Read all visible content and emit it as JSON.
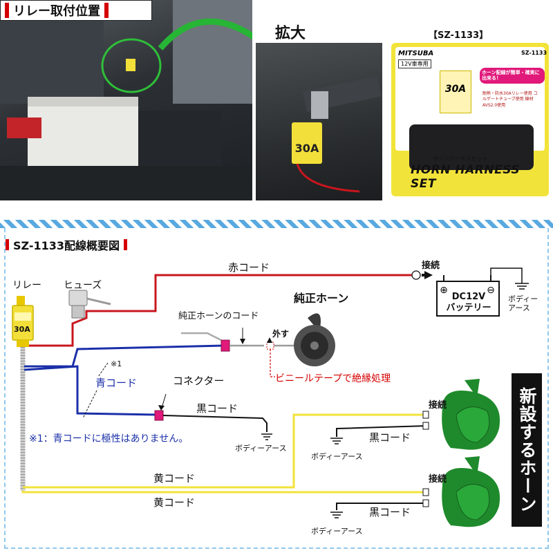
{
  "top": {
    "banner_title": "リレー取付位置",
    "zoom_label": "拡大",
    "model_label": "【SZ-1133】",
    "package": {
      "brand": "MITSUBA",
      "model": "SZ-1133",
      "voltage_badge": "12V車専用",
      "relay_rating": "30A",
      "callout": "ホーン配線が簡単・確実に出来る！",
      "features": "耐熱・防水30Aリレー使用 コルゲートチューブ使用 線材AVS2.0使用",
      "product_ja": "ホーンハーネスセット",
      "product_en": "HORN HARNESS SET"
    },
    "relay_in_photo": "30A"
  },
  "diagram": {
    "title": "SZ-1133配線概要図",
    "relay_label": "リレー",
    "relay_rating": "30A",
    "fuse_label": "ヒューズ",
    "red_cord": "赤コード",
    "connect_label": "接続",
    "battery_label": "DC12V バッテリー",
    "battery_line1": "DC12V",
    "battery_line2": "バッテリー",
    "body_earth_battery": "ボディー アース",
    "stock_horn_label": "純正ホーン",
    "stock_horn_cord": "純正ホーンのコード",
    "remove_label": "外す",
    "vinyl_tape": "ビニールテープで絶縁処理",
    "note_mark": "※1",
    "blue_cord": "青コード",
    "connector_label": "コネクター",
    "black_cord_upper": "黒コード",
    "body_earth_left": "ボディーアース",
    "footnote": "※1：青コードに極性はありません。",
    "yellow_cord_1": "黄コード",
    "yellow_cord_2": "黄コード",
    "horn1_connect": "接続",
    "horn1_black_cord": "黒コード",
    "horn1_earth": "ボディーアース",
    "horn2_connect": "接続",
    "horn2_black_cord": "黒コード",
    "horn2_earth": "ボディーアース",
    "new_horn_label": "新設するホーン",
    "colors": {
      "red": "#c8161d",
      "blue": "#1a2fa8",
      "black": "#111111",
      "yellow": "#f2e33a",
      "green": "#1f8a2c",
      "connector": "#e0197a",
      "stripe": "#59a9e0"
    }
  }
}
